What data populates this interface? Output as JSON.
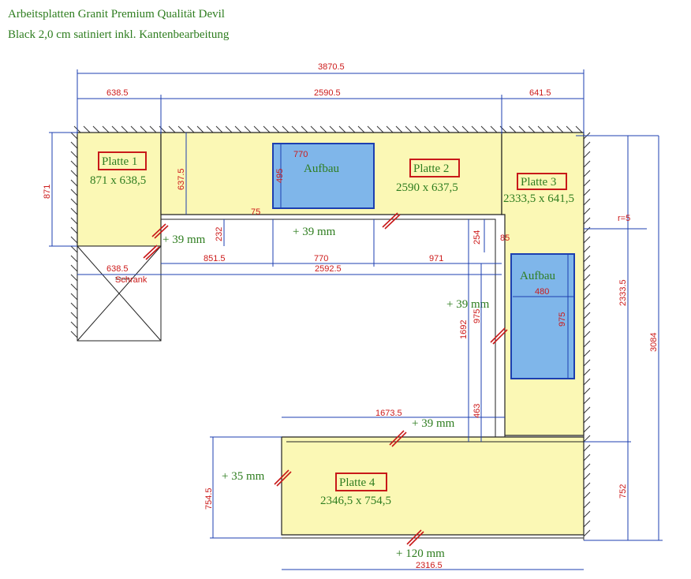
{
  "title": {
    "line1": "Arbeitsplatten Granit Premium Qualität Devil",
    "line2": "Black 2,0 cm satiniert inkl. Kantenbearbeitung"
  },
  "plates": [
    {
      "name": "Platte 1",
      "size": "871 x 638,5"
    },
    {
      "name": "Platte 2",
      "size": "2590 x 637,5"
    },
    {
      "name": "Platte 3",
      "size": "2333,5 x 641,5"
    },
    {
      "name": "Platte 4",
      "size": "2346,5 x 754,5"
    }
  ],
  "aufbau_label": "Aufbau",
  "small_label": "Schrank",
  "dimensions": {
    "total_width": "3870.5",
    "top_left": "638.5",
    "top_mid": "2590.5",
    "top_right": "641.5",
    "left_height": "871",
    "p2_depth": "637.5",
    "sink1_width": "770",
    "sink1_height": "495",
    "gap_75": "75",
    "dim_232": "232",
    "dim_851": "851.5",
    "dim_770b": "770",
    "dim_971": "971",
    "dim_2592": "2592.5",
    "dim_6385b": "638.5",
    "dim_254": "254",
    "dim_85": "85",
    "dim_975a": "975",
    "dim_1692": "1692",
    "dim_463": "463",
    "sink2_width": "480",
    "sink2_height": "975",
    "radius": "r=5",
    "right_2333": "2333.5",
    "right_3084": "3084",
    "right_752": "752",
    "dim_1673": "1673.5",
    "dim_7545": "754.5",
    "bottom_2316": "2316.5"
  },
  "edge_notes": {
    "p1": "+ 39 mm",
    "p2": "+ 39 mm",
    "p3": "+ 39 mm",
    "p4_top": "+ 39 mm",
    "p4_left": "+ 35 mm",
    "p4_bottom": "+ 120 mm"
  },
  "colors": {
    "plate_fill": "#fbf8b5",
    "sink_fill": "#7fb6ea",
    "dimension_text": "#cc1a1a",
    "dimension_line": "#1c3fb0",
    "label_text": "#2e7d1f"
  }
}
